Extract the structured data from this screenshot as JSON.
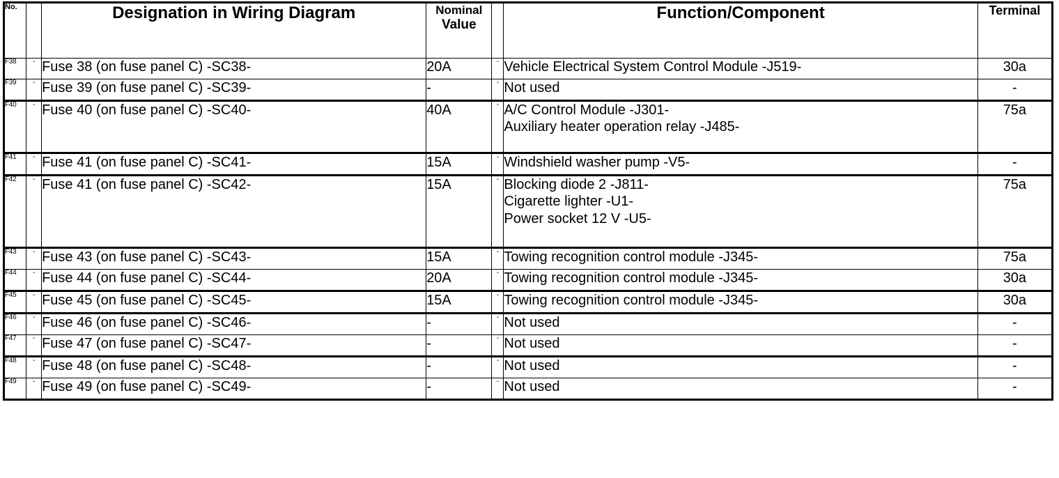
{
  "document": {
    "type": "fuse-assignment-table",
    "title_implicit": "Fuse assignment table"
  },
  "table": {
    "headers": {
      "no": "No.",
      "marker1": "",
      "designation": "Designation in Wiring Diagram",
      "nominal_value_line1": "Nominal",
      "nominal_value_line2": "Value",
      "marker2": "",
      "function_component": "Function/Component",
      "terminal": "Terminal"
    },
    "row_marker_glyph": "-",
    "rows": [
      {
        "no": "F38",
        "marker1": "-",
        "designation": "Fuse 38 (on fuse panel C) -SC38-",
        "nominal_value": "20A",
        "marker2": "-",
        "function": [
          "Vehicle Electrical System Control Module -J519-"
        ],
        "terminal": "30a"
      },
      {
        "no": "F39",
        "marker1": "-",
        "designation": "Fuse 39 (on fuse panel C) -SC39-",
        "nominal_value": "-",
        "marker2": "-",
        "function": [
          "Not used"
        ],
        "terminal": "-"
      },
      {
        "no": "F40",
        "marker1": "-",
        "designation": "Fuse 40 (on fuse panel C) -SC40-",
        "nominal_value": "40A",
        "marker2": "-",
        "function": [
          "A/C Control Module -J301-",
          "Auxiliary heater operation relay -J485-"
        ],
        "terminal": "75a"
      },
      {
        "no": "F41",
        "marker1": "-",
        "designation": "Fuse 41 (on fuse panel C) -SC41-",
        "nominal_value": "15A",
        "marker2": "-",
        "function": [
          "Windshield washer pump -V5-"
        ],
        "terminal": "-"
      },
      {
        "no": "F42",
        "marker1": "-",
        "designation": "Fuse 41 (on fuse panel C) -SC42-",
        "nominal_value": "15A",
        "marker2": "-",
        "function": [
          "Blocking diode 2 -J811-",
          "Cigarette lighter -U1-",
          "Power socket 12 V -U5-"
        ],
        "terminal": "75a"
      },
      {
        "no": "F43",
        "marker1": "-",
        "designation": "Fuse 43 (on fuse panel C) -SC43-",
        "nominal_value": "15A",
        "marker2": "-",
        "function": [
          "Towing recognition control module -J345-"
        ],
        "terminal": "75a"
      },
      {
        "no": "F44",
        "marker1": "-",
        "designation": "Fuse 44 (on fuse panel C) -SC44-",
        "nominal_value": "20A",
        "marker2": "-",
        "function": [
          "Towing recognition control module -J345-"
        ],
        "terminal": "30a"
      },
      {
        "no": "F45",
        "marker1": "-",
        "designation": "Fuse 45 (on fuse panel C) -SC45-",
        "nominal_value": "15A",
        "marker2": "-",
        "function": [
          "Towing recognition control module -J345-"
        ],
        "terminal": "30a"
      },
      {
        "no": "F46",
        "marker1": "-",
        "designation": "Fuse 46 (on fuse panel C) -SC46-",
        "nominal_value": "-",
        "marker2": "-",
        "function": [
          "Not used"
        ],
        "terminal": "-"
      },
      {
        "no": "F47",
        "marker1": "-",
        "designation": "Fuse 47 (on fuse panel C) -SC47-",
        "nominal_value": "-",
        "marker2": "-",
        "function": [
          "Not used"
        ],
        "terminal": "-"
      },
      {
        "no": "F48",
        "marker1": "-",
        "designation": "Fuse 48 (on fuse panel C) -SC48-",
        "nominal_value": "-",
        "marker2": "-",
        "function": [
          "Not used"
        ],
        "terminal": "-"
      },
      {
        "no": "F49",
        "marker1": "-",
        "designation": "Fuse 49 (on fuse panel C) -SC49-",
        "nominal_value": "-",
        "marker2": "-",
        "function": [
          "Not used"
        ],
        "terminal": "-"
      }
    ]
  },
  "colors": {
    "ink": "#000000",
    "paper": "#ffffff"
  }
}
